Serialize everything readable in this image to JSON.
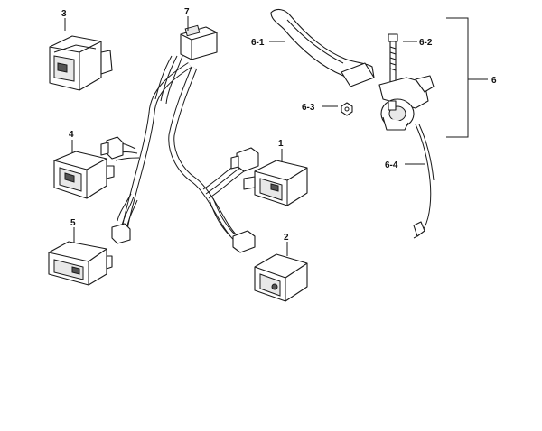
{
  "labels": {
    "l1": "1",
    "l2": "2",
    "l3": "3",
    "l4": "4",
    "l5": "5",
    "l6": "6",
    "l7": "7",
    "l6_1": "6-1",
    "l6_2": "6-2",
    "l6_3": "6-3",
    "l6_4": "6-4"
  }
}
